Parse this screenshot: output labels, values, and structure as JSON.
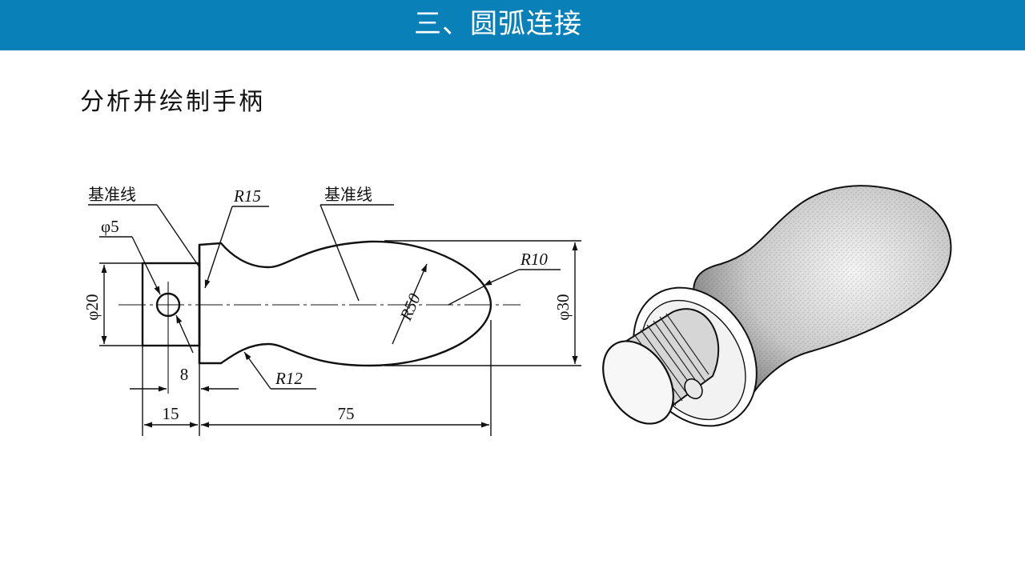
{
  "header": {
    "title": "三、圆弧连接"
  },
  "slide": {
    "subtitle": "分析并绘制手柄"
  },
  "drawing": {
    "datum_left": "基准线",
    "datum_right": "基准线",
    "dims": {
      "r15": "R15",
      "phi5": "φ5",
      "phi20": "φ20",
      "r50": "R50",
      "r10": "R10",
      "phi30": "φ30",
      "r12": "R12",
      "d8": "8",
      "d15": "15",
      "d75": "75"
    }
  }
}
